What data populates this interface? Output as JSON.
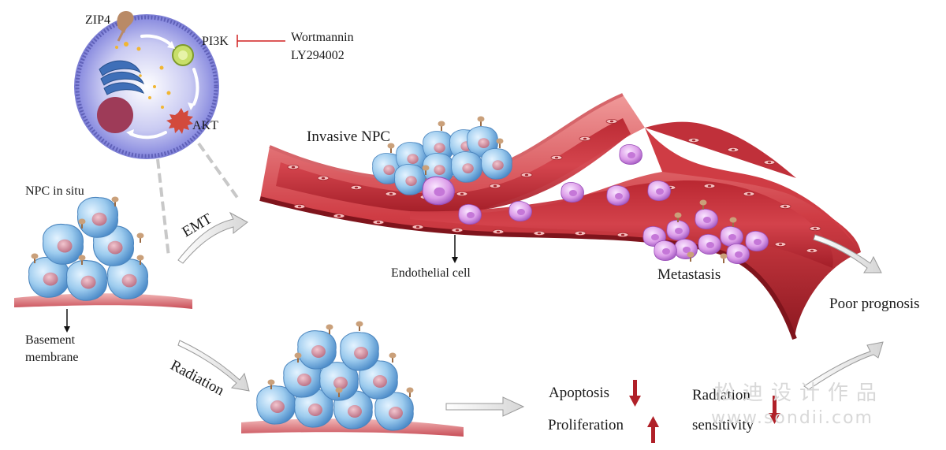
{
  "labels": {
    "zip4": "ZIP4",
    "pi3k": "PI3K",
    "wortmannin": "Wortmannin",
    "ly294002": "LY294002",
    "akt": "AKT",
    "invasive_npc": "Invasive NPC",
    "npc_in_situ": "NPC in situ",
    "emt": "EMT",
    "basement_membrane_line1": "Basement",
    "basement_membrane_line2": "membrane",
    "endothelial_cell": "Endothelial cell",
    "metastasis": "Metastasis",
    "poor_prognosis": "Poor prognosis",
    "radiation": "Radiation",
    "apoptosis": "Apoptosis",
    "proliferation": "Proliferation",
    "radiation_sensitivity_line1": "Radiation",
    "radiation_sensitivity_line2": "sensitivity"
  },
  "watermark": {
    "line1": "松迪设计作品",
    "line2": "www.sondii.com"
  },
  "colors": {
    "vessel": "#c0303a",
    "vessel_dark": "#7f141c",
    "tumor_cell": "#8ec3ea",
    "nucleus": "#c98a9a",
    "metastatic_cell": "#d58ee6",
    "receptor": "#c99a6a",
    "inhibitor": "#d02020",
    "down_arrow": "#b02028",
    "up_arrow": "#b02028"
  }
}
